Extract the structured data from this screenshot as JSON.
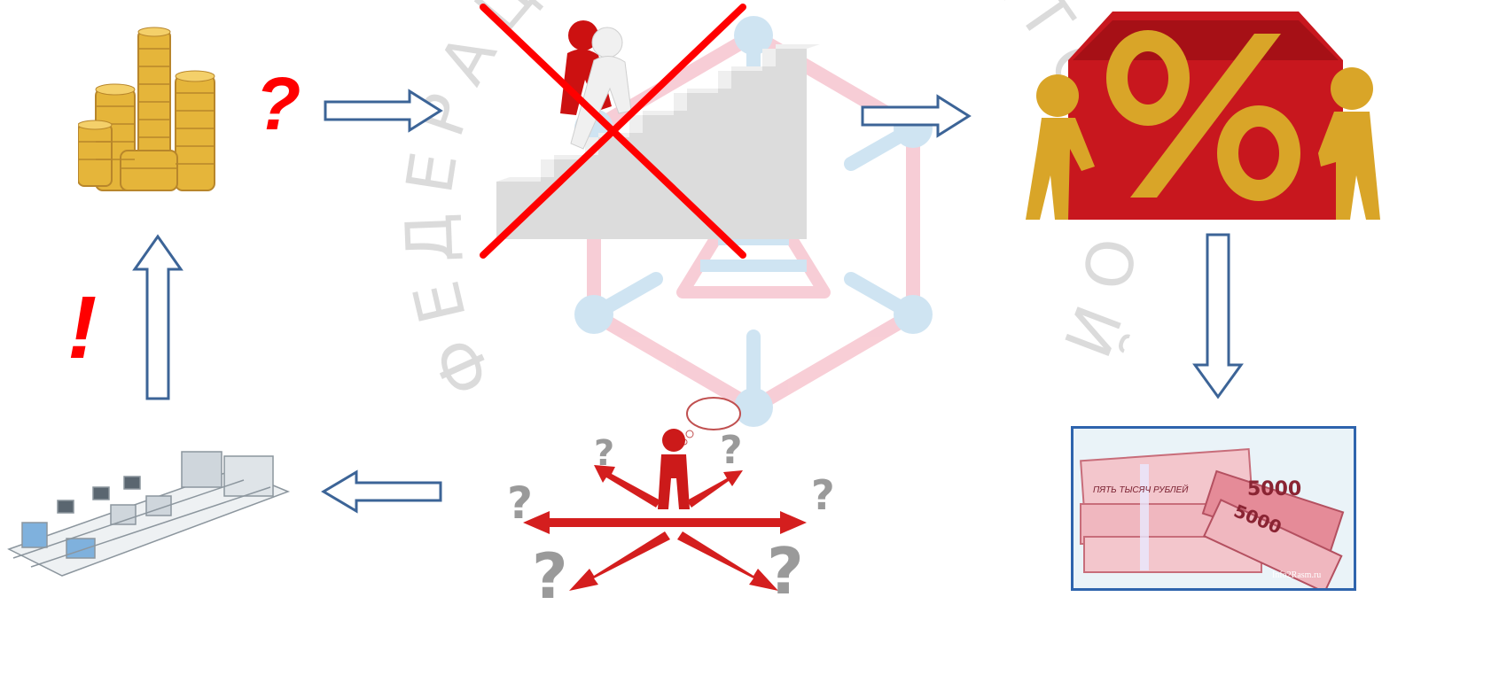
{
  "colors": {
    "arrow_outline": "#3c6497",
    "cross": "#ff0000",
    "mark": "#ff0000",
    "coin_gold": "#e5b53a",
    "coin_dark": "#b8862b",
    "percent_red": "#c8171e",
    "figure_gold": "#d9a528",
    "money_pink": "#e58b98",
    "photo_frame": "#2e64ad",
    "watermark_pink": "#f2a5b5",
    "watermark_blue": "#a9cfe8",
    "stairs": "#dcdcdc",
    "factory": "#cfd6dc",
    "thinking_red": "#d41e1e"
  },
  "marks": {
    "question": "?",
    "exclamation": "!"
  },
  "watermark": {
    "ring_text": "ФЕДЕРАЦИЯ ЛАБОРАТОРНОЙ МЕДИЦИНЫ"
  },
  "money": {
    "note_text": "5000",
    "band_text": "ПЯТЬ ТЫСЯЧ РУБЛЕЙ",
    "corner_caption": "Info2Rasm.ru"
  },
  "illustrations": {
    "coins": "coins-icon",
    "stairs": "stairs-icon",
    "percent": "percent-icon",
    "money": "banknotes-icon",
    "thinking": "thinking-person-icon",
    "factory": "factory-line-icon"
  }
}
